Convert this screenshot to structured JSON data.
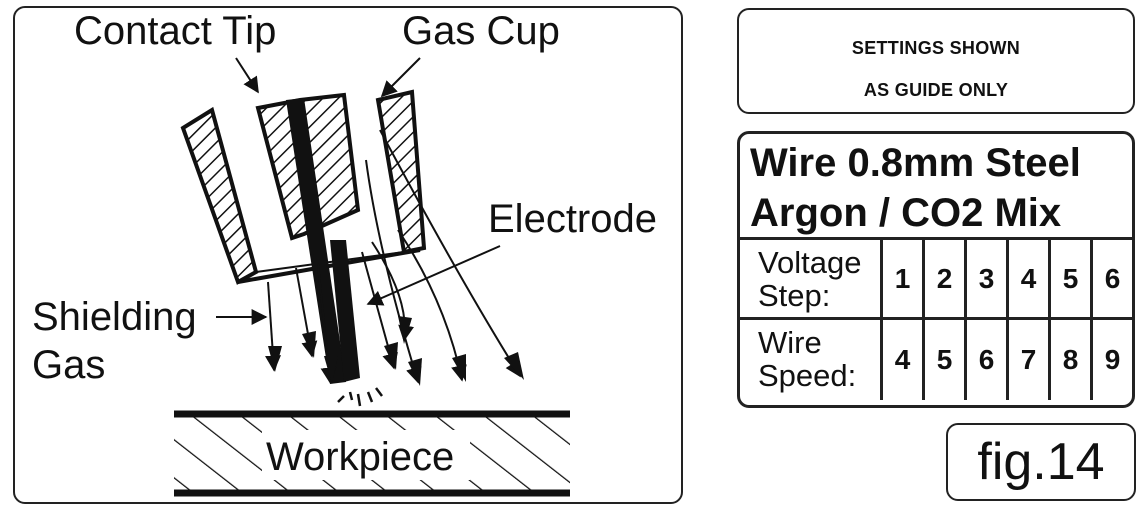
{
  "diagram": {
    "labels": {
      "contact_tip": "Contact Tip",
      "gas_cup": "Gas Cup",
      "electrode": "Electrode",
      "shielding_gas_1": "Shielding",
      "shielding_gas_2": "Gas",
      "workpiece": "Workpiece"
    }
  },
  "note": {
    "line1": "SETTINGS SHOWN",
    "line2": "AS GUIDE ONLY"
  },
  "settings": {
    "title_line1": "Wire 0.8mm Steel",
    "title_line2": "Argon / CO2 Mix",
    "voltage": {
      "label_line1": "Voltage",
      "label_line2": "Step:",
      "values": [
        "1",
        "2",
        "3",
        "4",
        "5",
        "6"
      ]
    },
    "wire_speed": {
      "label_line1": "Wire",
      "label_line2": "Speed:",
      "values": [
        "4",
        "5",
        "6",
        "7",
        "8",
        "9"
      ]
    }
  },
  "figure_label": "fig.14"
}
